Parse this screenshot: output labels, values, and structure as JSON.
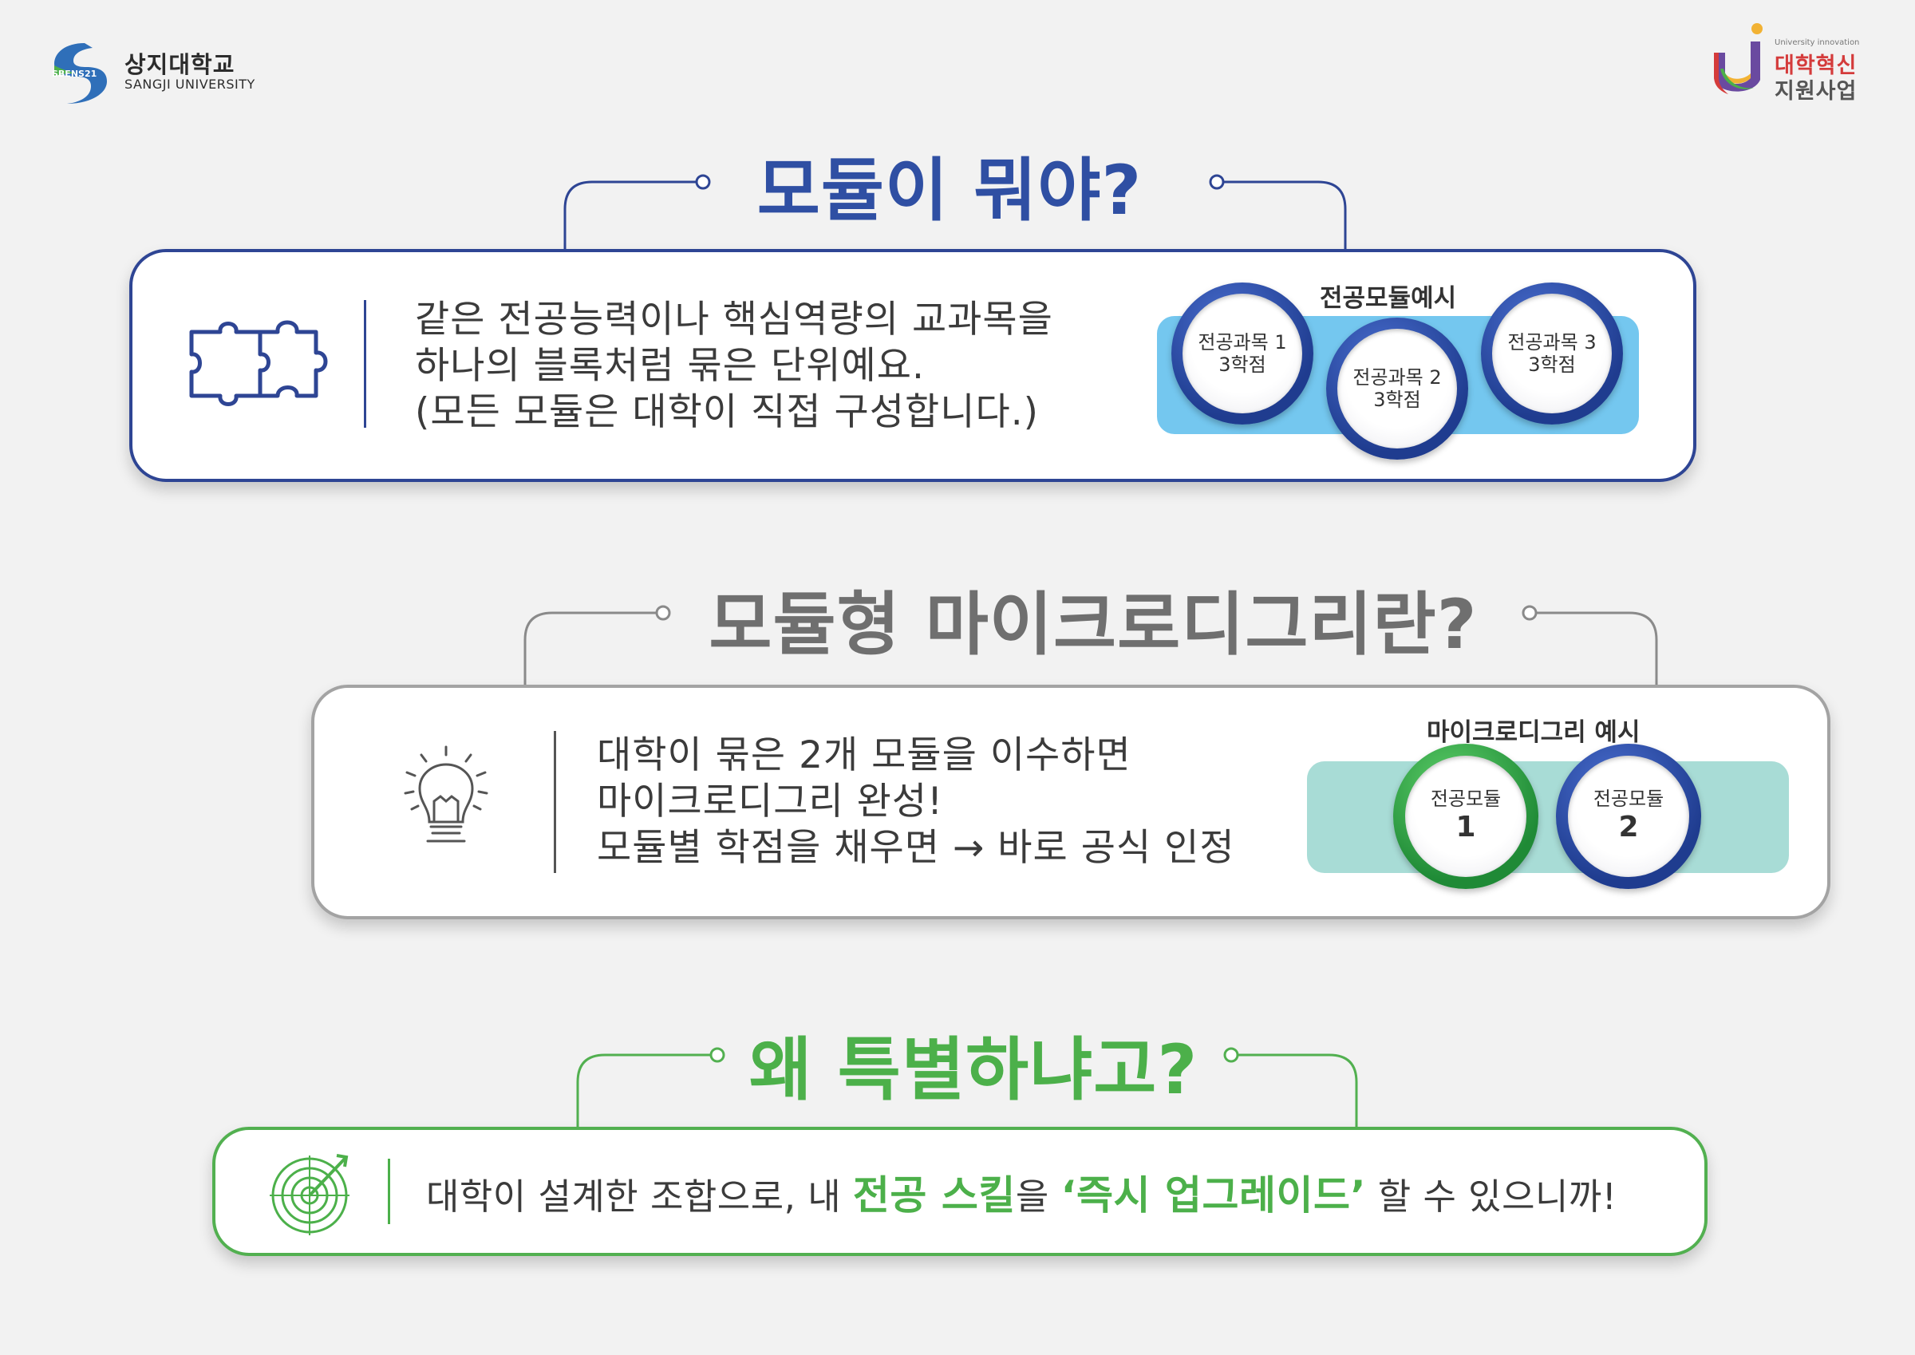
{
  "header": {
    "university_logo_mark": "SBENS21",
    "university_name_ko": "상지대학교",
    "university_name_en": "SANGJI UNIVERSITY",
    "program_tagline": "University innovation",
    "program_name_line1": "대학혁신",
    "program_name_line2": "지원사업"
  },
  "section1": {
    "title": "모듈이 뭐야?",
    "body_lines": [
      "같은 전공능력이나 핵심역량의 교과목을",
      "하나의 블록처럼 묶은 단위예요.",
      "(모든 모듈은 대학이 직접 구성합니다.)"
    ],
    "example_label": "전공모듈예시",
    "courses": [
      {
        "name": "전공과목 1",
        "credit": "3학점"
      },
      {
        "name": "전공과목 2",
        "credit": "3학점"
      },
      {
        "name": "전공과목 3",
        "credit": "3학점"
      }
    ],
    "icon": "puzzle-icon"
  },
  "section2": {
    "title": "모듈형 마이크로디그리란?",
    "body_lines": [
      "대학이 묶은 2개 모듈을 이수하면",
      "마이크로디그리 완성!",
      "모듈별 학점을 채우면 → 바로 공식 인정"
    ],
    "example_label": "마이크로디그리 예시",
    "modules": [
      {
        "name": "전공모듈",
        "number": "1"
      },
      {
        "name": "전공모듈",
        "number": "2"
      }
    ],
    "icon": "lightbulb-icon"
  },
  "section3": {
    "title": "왜 특별하냐고?",
    "text_before": "대학이 설계한 조합으로, 내 ",
    "highlight1": "전공 스킬",
    "text_middle": "을 ",
    "highlight2": "‘즉시 업그레이드’",
    "text_after": " 할 수 있으니까!",
    "icon": "target-icon"
  },
  "colors": {
    "navy": "#2e4594",
    "gray": "#a3a3a3",
    "green": "#4cb04a",
    "light_blue": "#74c7ef",
    "mint": "#a8dcd6"
  }
}
